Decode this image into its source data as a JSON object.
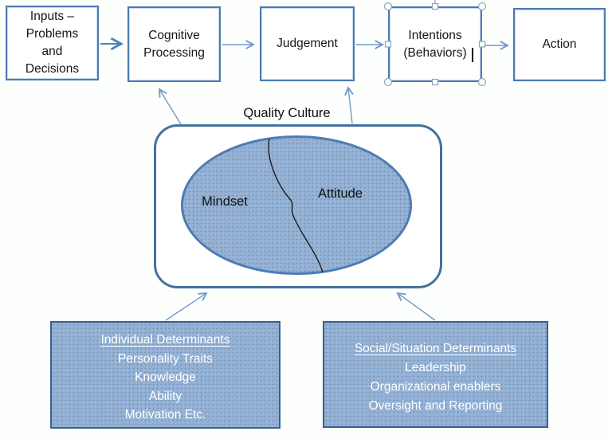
{
  "flow": {
    "boxes": [
      {
        "label": "Inputs –\nProblems\nand\nDecisions"
      },
      {
        "label": "Cognitive\nProcessing"
      },
      {
        "label": "Judgement"
      },
      {
        "label": "Intentions\n(Behaviors)"
      },
      {
        "label": "Action"
      }
    ]
  },
  "culture": {
    "label": "Quality Culture",
    "mindset": "Mindset",
    "attitude": "Attitude"
  },
  "determinants": {
    "individual": {
      "title": "Individual Determinants",
      "items": [
        "Personality Traits",
        "Knowledge",
        "Ability",
        "Motivation Etc."
      ]
    },
    "social": {
      "title": "Social/Situation Determinants",
      "items": [
        "Leadership",
        "Organizational enablers",
        "Oversight and Reporting"
      ]
    }
  },
  "selection": {
    "selected_shape": "Intentions (Behaviors)"
  },
  "colors": {
    "box_border": "#4a7ab5",
    "shape_fill_blue": "#95b3d7",
    "blue_box_border": "#36608e",
    "arrow_light": "#7298cb",
    "arrow_dark": "#4f81bd",
    "text_dark": "#141414",
    "text_light": "#ffffff"
  }
}
